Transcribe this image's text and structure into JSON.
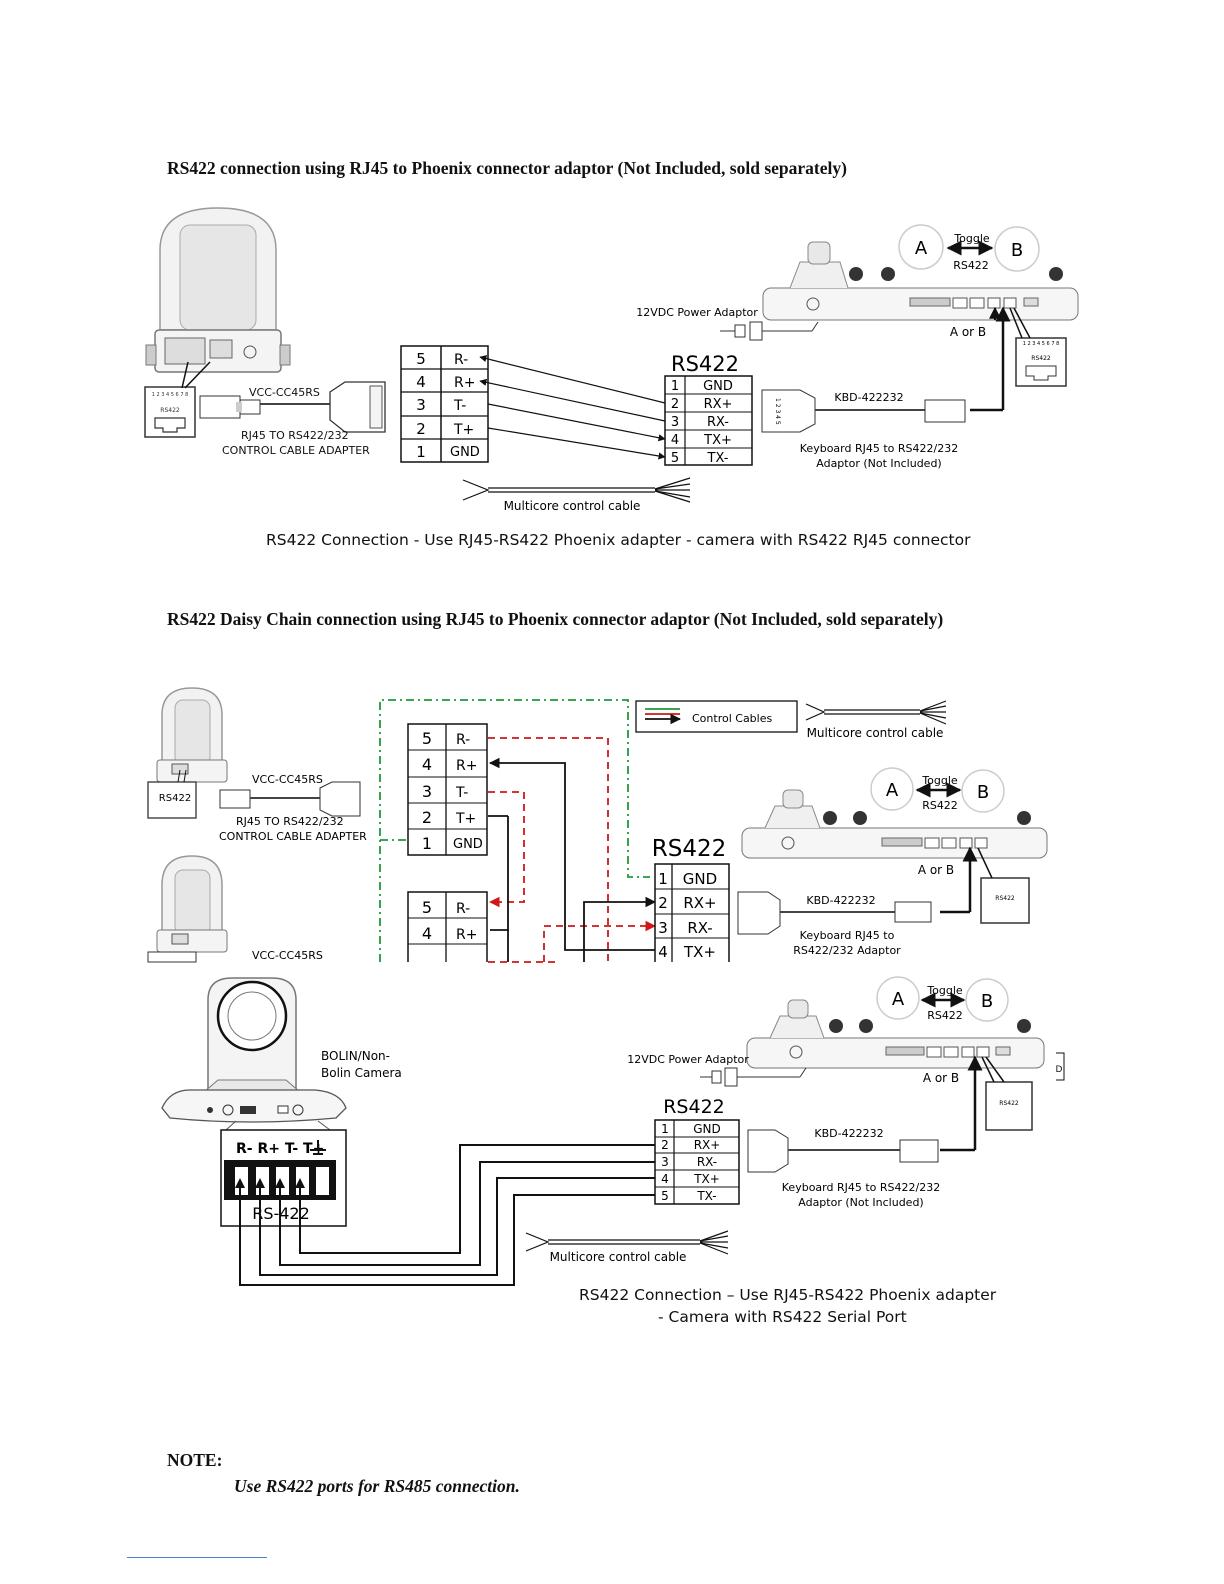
{
  "section1": {
    "heading": "RS422 connection using RJ45 to Phoenix connector adaptor (Not Included, sold separately)",
    "caption": "RS422 Connection - Use RJ45-RS422 Phoenix adapter - camera with RS422 RJ45 connector",
    "cable_model": "VCC-CC45RS",
    "adapter_line1": "RJ45 TO RS422/232",
    "adapter_line2": "CONTROL CABLE ADAPTER",
    "camera_port_label": "RS422",
    "port_pins": "1 2 3 4 5 6 7 8",
    "power_adaptor": "12VDC Power Adaptor",
    "a_label": "A",
    "b_label": "B",
    "toggle": "Toggle",
    "kbd_rs422": "RS422",
    "a_or_b": "A or B",
    "kbd_model": "KBD-422232",
    "kbd_adaptor_line1": "Keyboard RJ45 to RS422/232",
    "kbd_adaptor_line2": "Adaptor (Not Included)",
    "multicore": "Multicore control cable",
    "left_block": {
      "pins": [
        {
          "num": "5",
          "sig": "R-"
        },
        {
          "num": "4",
          "sig": "R+"
        },
        {
          "num": "3",
          "sig": "T-"
        },
        {
          "num": "2",
          "sig": "T+"
        },
        {
          "num": "1",
          "sig": "GND"
        }
      ]
    },
    "rs422_block": {
      "title": "RS422",
      "pins": [
        {
          "num": "1",
          "sig": "GND"
        },
        {
          "num": "2",
          "sig": "RX+"
        },
        {
          "num": "3",
          "sig": "RX-"
        },
        {
          "num": "4",
          "sig": "TX+"
        },
        {
          "num": "5",
          "sig": "TX-"
        }
      ]
    }
  },
  "section2": {
    "heading": "RS422 Daisy Chain connection using RJ45 to Phoenix connector adaptor (Not Included, sold separately)",
    "legend": "Control Cables",
    "multicore": "Multicore control cable",
    "cable_model": "VCC-CC45RS",
    "adapter_line1": "RJ45 TO RS422/232",
    "adapter_line2": "CONTROL CABLE ADAPTER",
    "camera_port_label": "RS422",
    "a_label": "A",
    "b_label": "B",
    "toggle": "Toggle",
    "kbd_rs422": "RS422",
    "a_or_b": "A or B",
    "kbd_model": "KBD-422232",
    "kbd_adaptor_line1": "Keyboard RJ45 to",
    "kbd_adaptor_line2": "RS422/232 Adaptor",
    "block1": {
      "pins": [
        {
          "num": "5",
          "sig": "R-"
        },
        {
          "num": "4",
          "sig": "R+"
        },
        {
          "num": "3",
          "sig": "T-"
        },
        {
          "num": "2",
          "sig": "T+"
        },
        {
          "num": "1",
          "sig": "GND"
        }
      ]
    },
    "block2": {
      "pins": [
        {
          "num": "5",
          "sig": "R-"
        },
        {
          "num": "4",
          "sig": "R+"
        }
      ]
    },
    "rs422_block": {
      "title": "RS422",
      "pins": [
        {
          "num": "1",
          "sig": "GND"
        },
        {
          "num": "2",
          "sig": "RX+"
        },
        {
          "num": "3",
          "sig": "RX-"
        },
        {
          "num": "4",
          "sig": "TX+"
        }
      ]
    }
  },
  "section3": {
    "camera_line1": "BOLIN/Non-",
    "camera_line2": "Bolin Camera",
    "terminal_labels": "R- R+ T- T+",
    "terminal_title": "RS-422",
    "power_adaptor": "12VDC Power Adaptor",
    "a_label": "A",
    "b_label": "B",
    "toggle": "Toggle",
    "kbd_rs422": "RS422",
    "a_or_b": "A or B",
    "kbd_port_label": "RS422",
    "kbd_model": "KBD-422232",
    "kbd_adaptor_line1": "Keyboard RJ45 to RS422/232",
    "kbd_adaptor_line2": "Adaptor (Not Included)",
    "multicore": "Multicore control cable",
    "caption_line1": "RS422 Connection – Use RJ45-RS422 Phoenix adapter",
    "caption_line2": "- Camera with RS422 Serial Port",
    "rs422_block": {
      "title": "RS422",
      "pins": [
        {
          "num": "1",
          "sig": "GND"
        },
        {
          "num": "2",
          "sig": "RX+"
        },
        {
          "num": "3",
          "sig": "RX-"
        },
        {
          "num": "4",
          "sig": "TX+"
        },
        {
          "num": "5",
          "sig": "TX-"
        }
      ]
    }
  },
  "note": {
    "title": "NOTE:",
    "text": "Use RS422 ports for RS485 connection."
  }
}
